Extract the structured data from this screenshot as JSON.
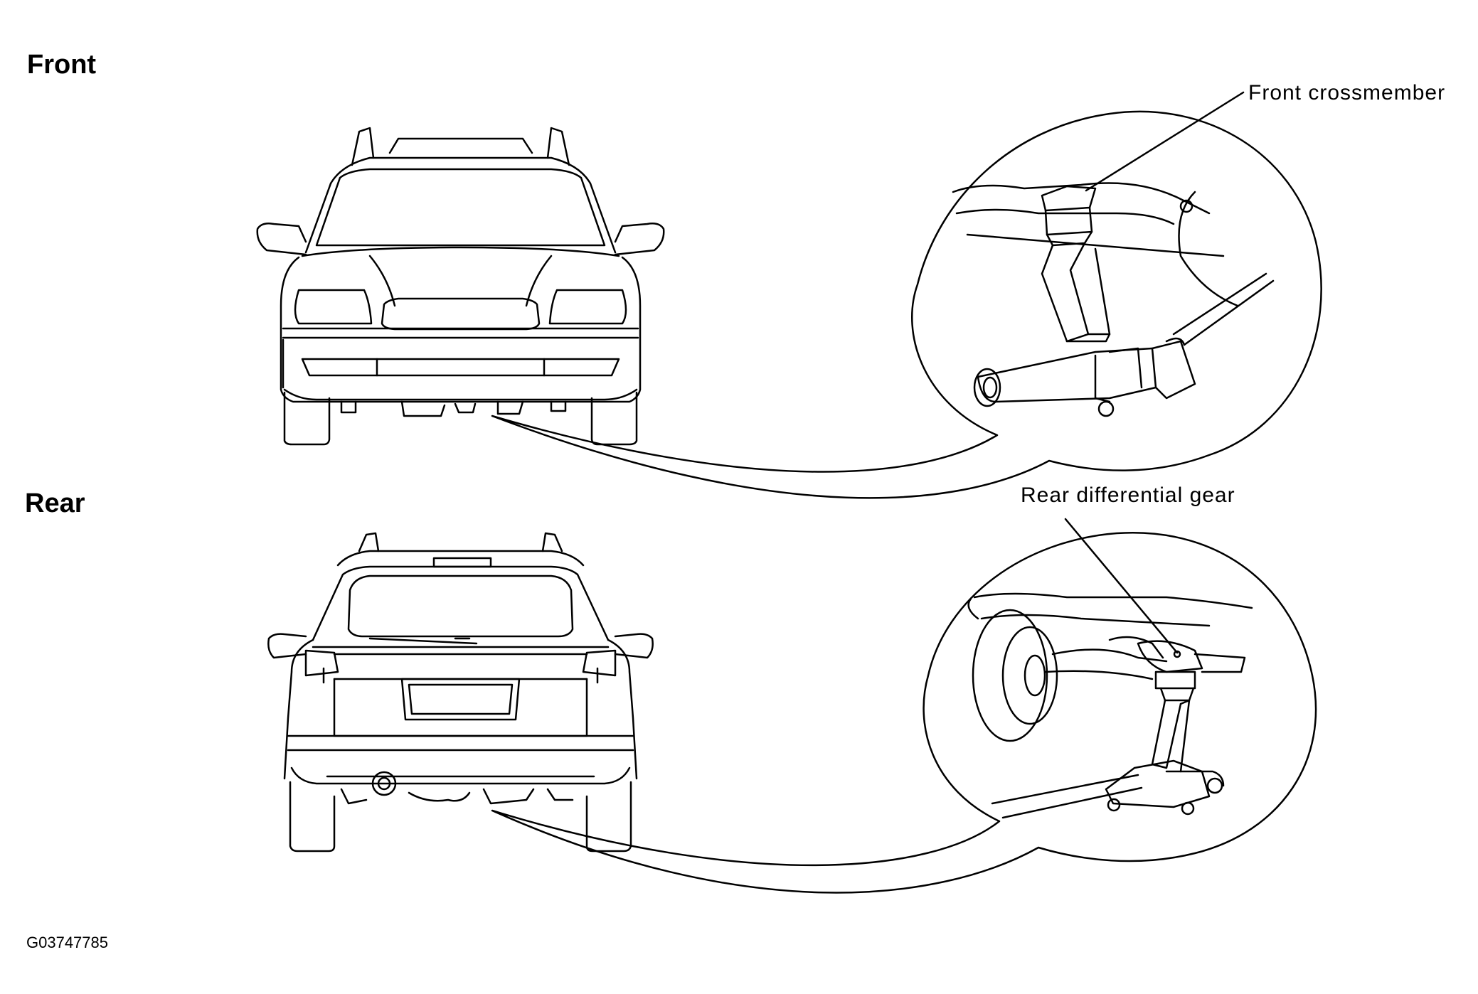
{
  "sections": {
    "front": {
      "title": "Front",
      "callout": "Front crossmember"
    },
    "rear": {
      "title": "Rear",
      "callout": "Rear differential gear"
    }
  },
  "figure_id": "G03747785",
  "colors": {
    "line": "#000000",
    "background": "#ffffff"
  }
}
